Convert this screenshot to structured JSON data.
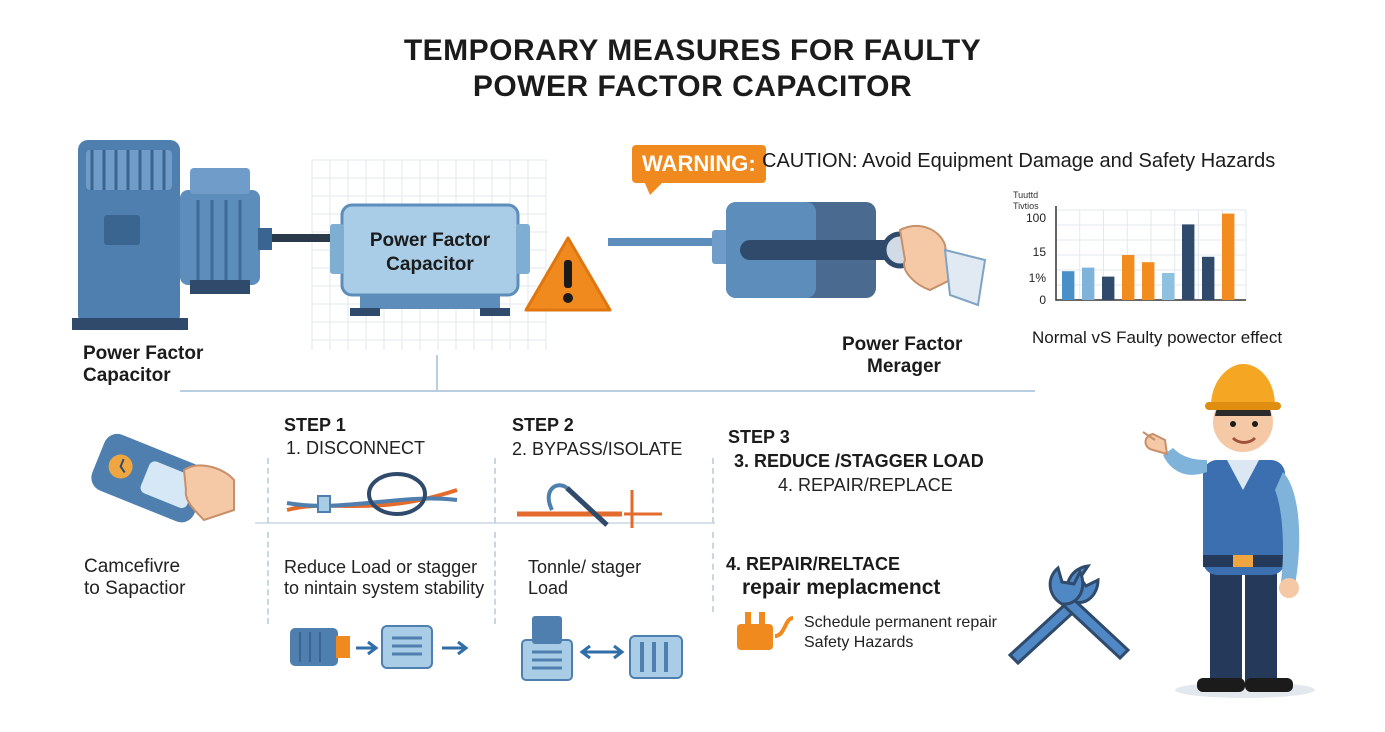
{
  "title": {
    "line1": "TEMPORARY MEASURES FOR FAULTY",
    "line2": "POWER FACTOR CAPACITOR"
  },
  "top": {
    "left_label_1": "Power Factor",
    "left_label_2": "Capacitor",
    "center_box_1": "Power Factor",
    "center_box_2": "Capacitor",
    "right_label_1": "Power Factor",
    "right_label_2": "Merager"
  },
  "warning": {
    "badge": "WARNING:",
    "text": "CAUTION: Avoid Equipment Damage and Safety Hazards"
  },
  "chart_data": {
    "type": "bar",
    "title": "",
    "legend_lines": [
      "Tuuttd",
      "Tivtios"
    ],
    "ytick_labels": [
      "100",
      "15",
      "1%",
      "0"
    ],
    "caption": "Normal vS Faulty powector effect",
    "values": [
      32,
      36,
      26,
      50,
      42,
      30,
      84,
      48,
      96
    ],
    "colors": [
      "#4a90c8",
      "#7fb3d9",
      "#2f4a6b",
      "#f28c1e",
      "#f28c1e",
      "#8ec0e0",
      "#2f4a6b",
      "#2f4a6b",
      "#f28c1e"
    ],
    "ylim": [
      0,
      100
    ],
    "grid": true
  },
  "bottom": {
    "left_caption_1": "Camcefivre",
    "left_caption_2": "to Sapactior",
    "step1_title": "STEP 1",
    "step1_sub": "1. DISCONNECT",
    "step1_desc_1": "Reduce Load or stagger",
    "step1_desc_2": "to nintain system stability",
    "step2_title": "STEP 2",
    "step2_sub": "2. BYPASS/ISOLATE",
    "step2_desc_1": "Tonnle/ stager",
    "step2_desc_2": "Load",
    "step3_title": "STEP 3",
    "step3_sub1": "3. REDUCE  /STAGGER LOAD",
    "step3_sub2": "4. REPAIR/REPLACE",
    "step4_title": "4. REPAIR/RELTACE",
    "step4_sub": "repair meplacmenct",
    "step4_desc_1": "Schedule permanent repair",
    "step4_desc_2": "Safety Hazards"
  },
  "icons": [
    "motor-icon",
    "capacitor-icon",
    "warning-triangle-icon",
    "meter-icon",
    "hand-icon",
    "bar-chart-icon",
    "remote-icon",
    "cable-loop-icon",
    "tool-wire-icon",
    "arrow-right-icon",
    "double-arrow-icon",
    "wrench-icon",
    "worker-icon",
    "plug-icon"
  ],
  "colors": {
    "accent": "#f08a1e",
    "steel": "#4f7fae",
    "light_blue": "#a9cde6",
    "dark": "#2f4a6b"
  }
}
